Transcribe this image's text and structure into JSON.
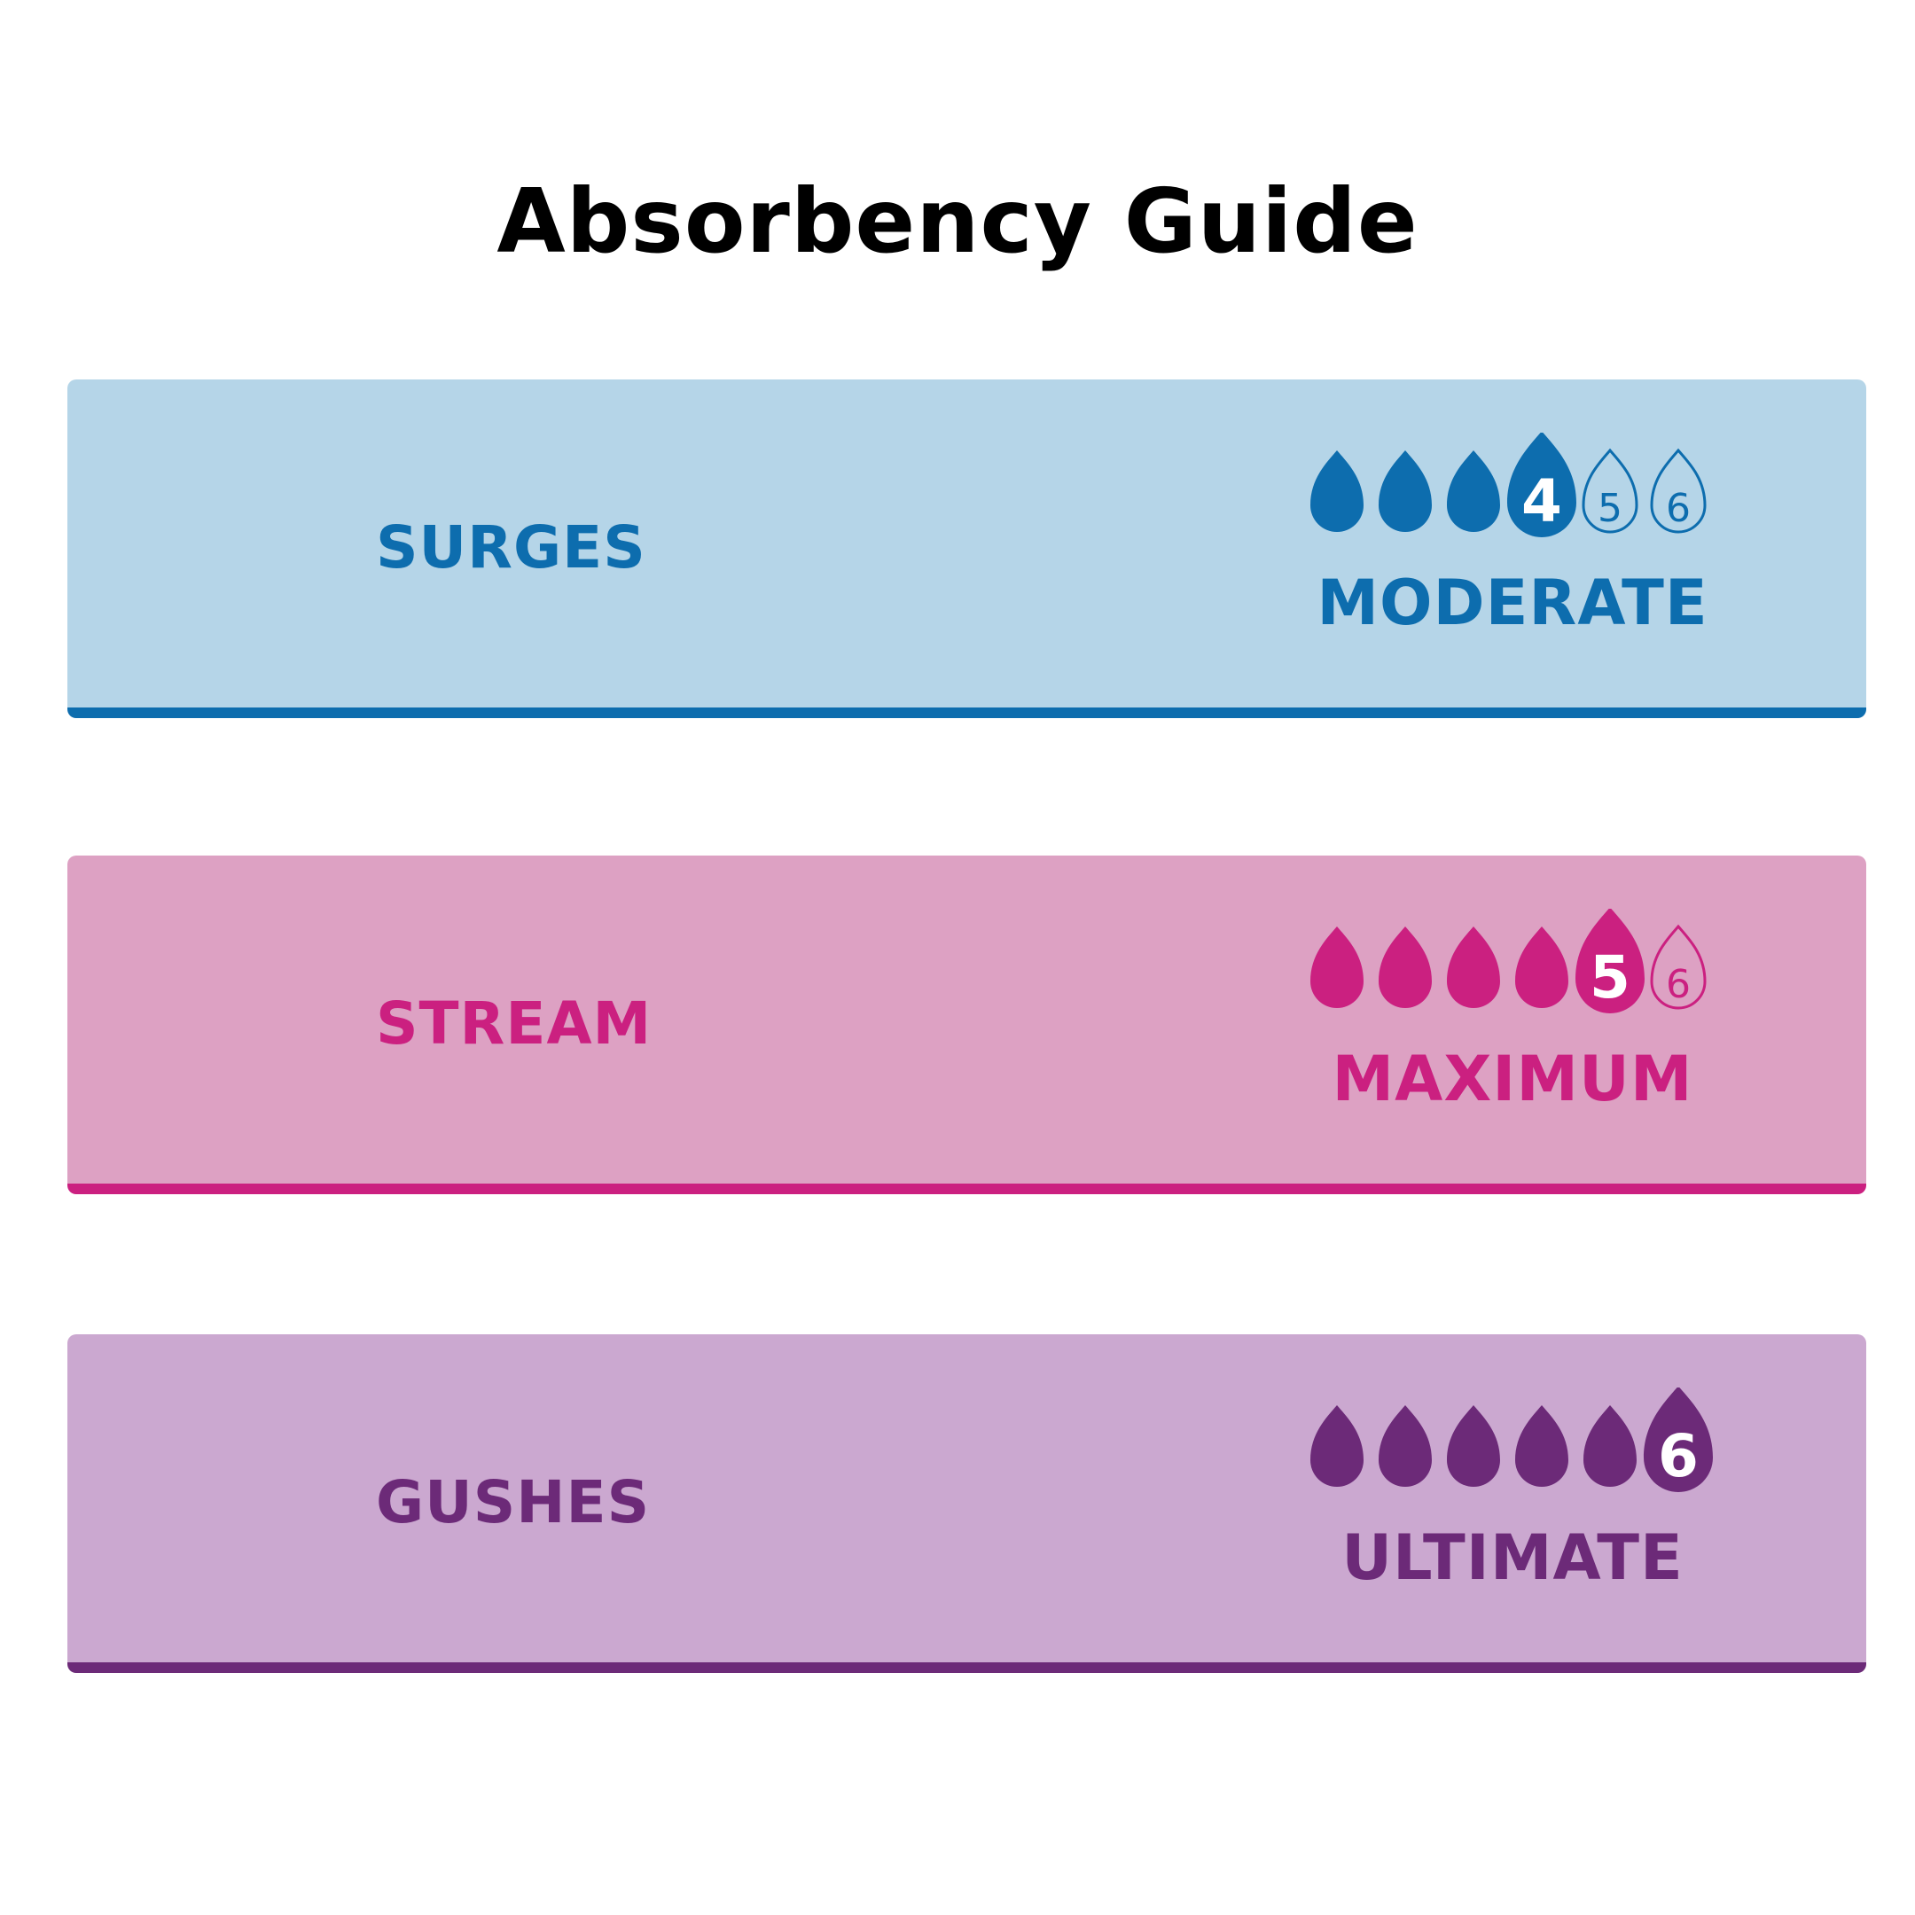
{
  "page": {
    "title": "Absorbency Guide"
  },
  "bands": [
    {
      "label": "SURGES",
      "level_name": "MODERATE",
      "level": 4,
      "max": 6,
      "colors": {
        "background": "#B5D5E8",
        "accent": "#0D6DAE"
      }
    },
    {
      "label": "STREAM",
      "level_name": "MAXIMUM",
      "level": 5,
      "max": 6,
      "colors": {
        "background": "#DDA1C3",
        "accent": "#CB2080"
      }
    },
    {
      "label": "GUSHES",
      "level_name": "ULTIMATE",
      "level": 6,
      "max": 6,
      "colors": {
        "background": "#CBA8D0",
        "accent": "#6C2A78"
      }
    }
  ],
  "icons": {
    "drop": "water-drop-icon"
  }
}
